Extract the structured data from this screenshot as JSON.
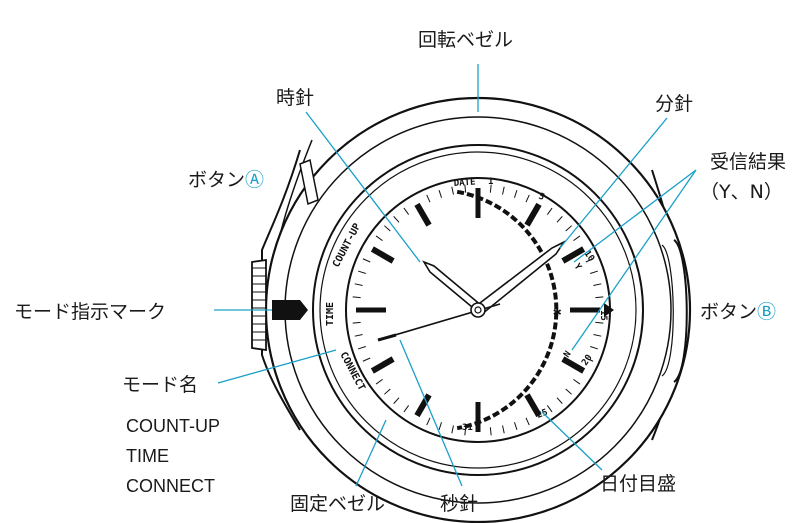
{
  "labels": {
    "rotating_bezel": "回転ベゼル",
    "hour_hand": "時針",
    "minute_hand": "分針",
    "button_a": "ボタン",
    "button_a_mark": "Ⓐ",
    "reception_result": "受信結果",
    "reception_values": "（Y、N）",
    "mode_indicator": "モード指示マーク",
    "button_b": "ボタン",
    "button_b_mark": "Ⓑ",
    "mode_name": "モード名",
    "mode_1": "COUNT-UP",
    "mode_2": "TIME",
    "mode_3": "CONNECT",
    "date_scale": "日付目盛",
    "fixed_bezel": "固定ベゼル",
    "second_hand": "秒針"
  },
  "dial": {
    "mode_countup": "COUNT-UP",
    "mode_time": "TIME",
    "mode_connect": "CONNECT",
    "date_label": "DATE",
    "date_1": "1",
    "date_5": "5",
    "date_10": "10",
    "date_15": "15",
    "date_20": "20",
    "date_25": "25",
    "date_31": "31",
    "y_mark": "Y",
    "n_mark": "N",
    "bluetooth_symbol": "✱"
  },
  "colors": {
    "leader": "#1aa0c8",
    "ink": "#111111"
  }
}
